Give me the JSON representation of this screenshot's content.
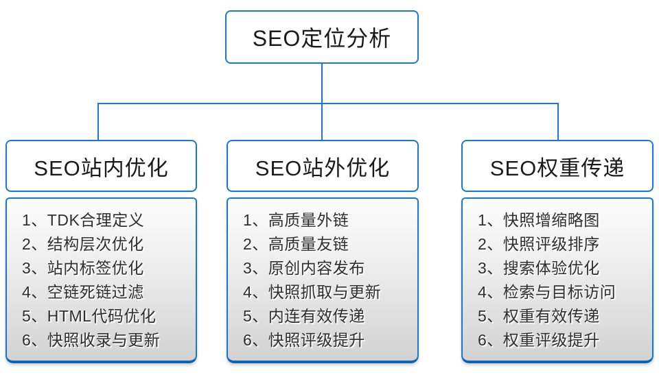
{
  "colors": {
    "accent": "#1878cf",
    "accent_dark": "#0d63b5",
    "panel_gradient_top": "#fdfdfd",
    "panel_gradient_bottom": "#d2d2d2",
    "text": "#2e2e2e"
  },
  "root": {
    "label": "SEO定位分析"
  },
  "branches": [
    {
      "title": "SEO站内优化",
      "items": [
        "1、TDK合理定义",
        "2、结构层次优化",
        "3、站内标签优化",
        "4、空链死链过滤",
        "5、HTML代码优化",
        "6、快照收录与更新"
      ]
    },
    {
      "title": "SEO站外优化",
      "items": [
        "1、高质量外链",
        "2、高质量友链",
        "3、原创内容发布",
        "4、快照抓取与更新",
        "5、内连有效传递",
        "6、快照评级提升"
      ]
    },
    {
      "title": "SEO权重传递",
      "items": [
        "1、快照增缩略图",
        "2、快照评级排序",
        "3、搜索体验优化",
        "4、检索与目标访问",
        "5、权重有效传递",
        "6、权重评级提升"
      ]
    }
  ]
}
